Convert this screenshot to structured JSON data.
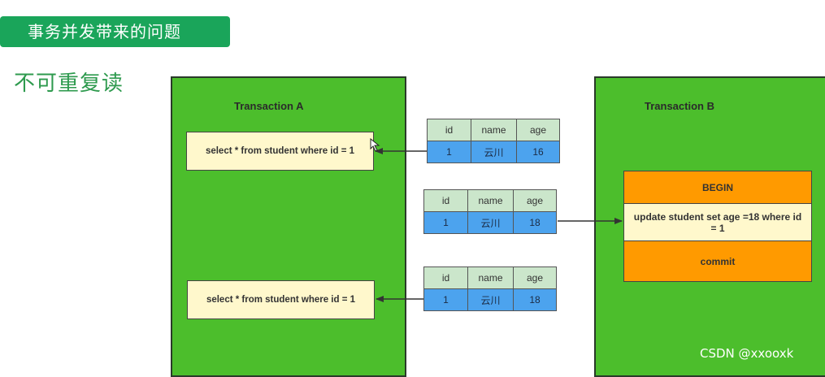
{
  "header": {
    "title": "事务并发带来的问题",
    "subtitle": "不可重复读"
  },
  "transaction_a": {
    "title": "Transaction A",
    "query_1": "select * from student where id = 1",
    "query_2": "select * from student where id = 1"
  },
  "transaction_b": {
    "title": "Transaction B",
    "begin": "BEGIN",
    "update": "update student set age =18 where id = 1",
    "commit": "commit"
  },
  "tables": [
    {
      "headers": [
        "id",
        "name",
        "age"
      ],
      "row": [
        "1",
        "云川",
        "16"
      ]
    },
    {
      "headers": [
        "id",
        "name",
        "age"
      ],
      "row": [
        "1",
        "云川",
        "18"
      ]
    },
    {
      "headers": [
        "id",
        "name",
        "age"
      ],
      "row": [
        "1",
        "云川",
        "18"
      ]
    }
  ],
  "colors": {
    "title_badge": "#1aa55a",
    "transaction_box": "#4cbe2c",
    "sql_box": "#fff8cc",
    "table_header": "#cbe6cb",
    "table_row": "#4ca3ee",
    "begin_commit": "#ff9a00"
  },
  "watermark": "CSDN @xxooxk"
}
